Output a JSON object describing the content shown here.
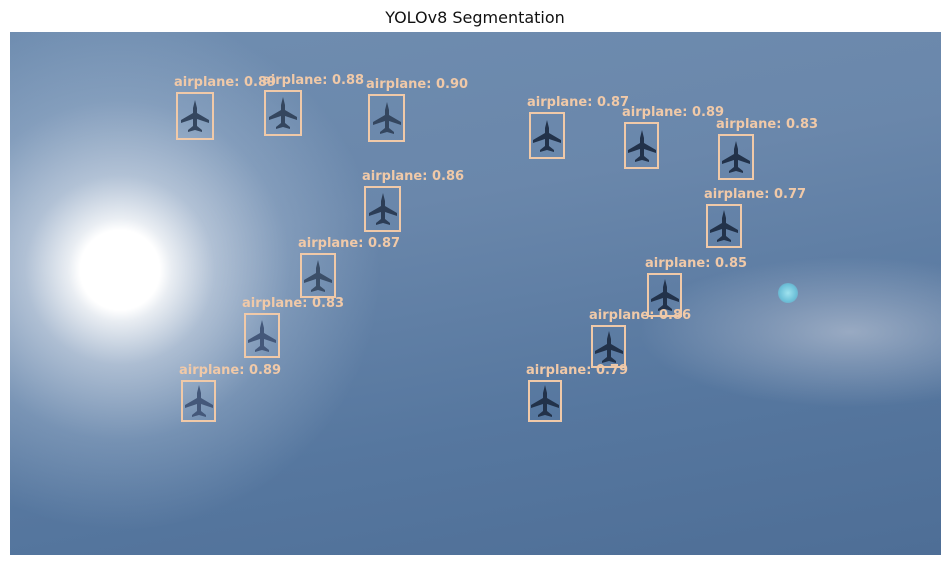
{
  "title": "YOLOv8 Segmentation",
  "detections": [
    {
      "label": "airplane: 0.89"
    },
    {
      "label": "airplane: 0.88"
    },
    {
      "label": "airplane: 0.90"
    },
    {
      "label": "airplane: 0.87"
    },
    {
      "label": "airplane: 0.89"
    },
    {
      "label": "airplane: 0.83"
    },
    {
      "label": "airplane: 0.86"
    },
    {
      "label": "airplane: 0.77"
    },
    {
      "label": "airplane: 0.87"
    },
    {
      "label": "airplane: 0.85"
    },
    {
      "label": "airplane: 0.83"
    },
    {
      "label": "airplane: 0.86"
    },
    {
      "label": "airplane: 0.89"
    },
    {
      "label": "airplane: 0.79"
    }
  ],
  "colors": {
    "box": "#f0c9a8",
    "sky": "#6a87ab",
    "jet": "#34465f"
  }
}
